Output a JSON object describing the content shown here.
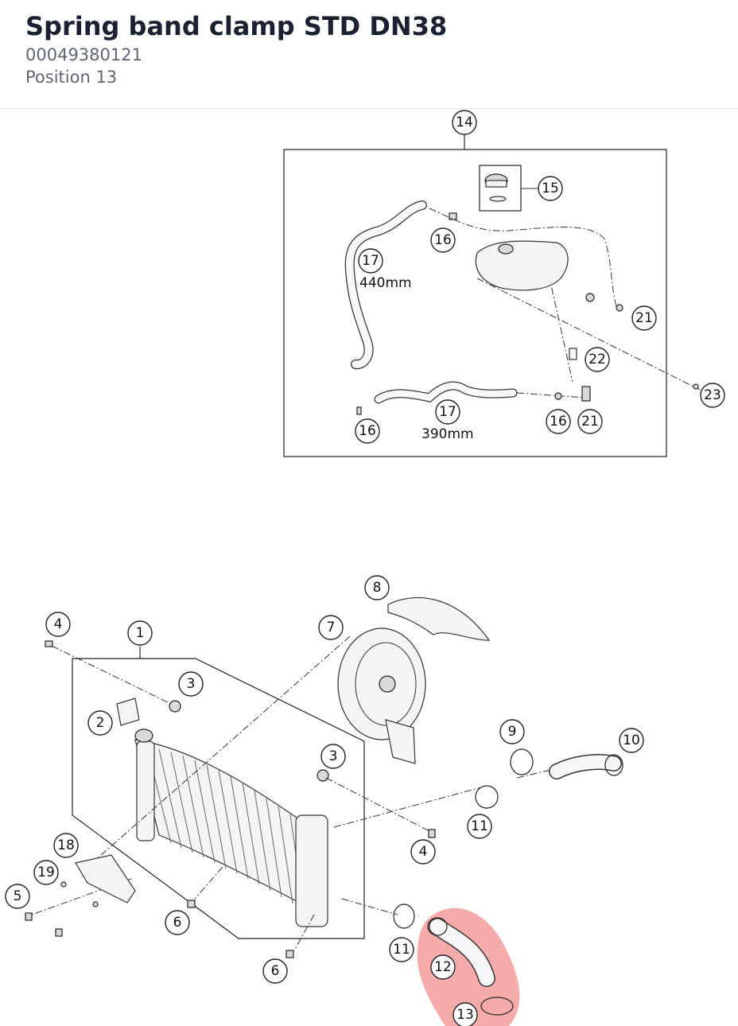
{
  "header": {
    "title": "Spring band clamp STD DN38",
    "part_number": "00049380121",
    "position": "Position 13"
  },
  "highlight": {
    "position": "13",
    "color": "#f28b8b"
  },
  "callouts": [
    {
      "id": "c14",
      "label": "14"
    },
    {
      "id": "c15",
      "label": "15"
    },
    {
      "id": "c16a",
      "label": "16"
    },
    {
      "id": "c17a",
      "label": "17"
    },
    {
      "id": "c21a",
      "label": "21"
    },
    {
      "id": "c22",
      "label": "22"
    },
    {
      "id": "c23",
      "label": "23"
    },
    {
      "id": "c16b",
      "label": "16"
    },
    {
      "id": "c17b",
      "label": "17"
    },
    {
      "id": "c16c",
      "label": "16"
    },
    {
      "id": "c21b",
      "label": "21"
    },
    {
      "id": "c8",
      "label": "8"
    },
    {
      "id": "c4a",
      "label": "4"
    },
    {
      "id": "c1",
      "label": "1"
    },
    {
      "id": "c7",
      "label": "7"
    },
    {
      "id": "c3a",
      "label": "3"
    },
    {
      "id": "c2",
      "label": "2"
    },
    {
      "id": "c9",
      "label": "9"
    },
    {
      "id": "c10",
      "label": "10"
    },
    {
      "id": "c3b",
      "label": "3"
    },
    {
      "id": "c11a",
      "label": "11"
    },
    {
      "id": "c4b",
      "label": "4"
    },
    {
      "id": "c18",
      "label": "18"
    },
    {
      "id": "c19",
      "label": "19"
    },
    {
      "id": "c5",
      "label": "5"
    },
    {
      "id": "c6a",
      "label": "6"
    },
    {
      "id": "c11b",
      "label": "11"
    },
    {
      "id": "c12",
      "label": "12"
    },
    {
      "id": "c6b",
      "label": "6"
    },
    {
      "id": "c13",
      "label": "13"
    }
  ],
  "dimensions": [
    {
      "id": "d440",
      "label": "440mm"
    },
    {
      "id": "d390",
      "label": "390mm"
    }
  ]
}
